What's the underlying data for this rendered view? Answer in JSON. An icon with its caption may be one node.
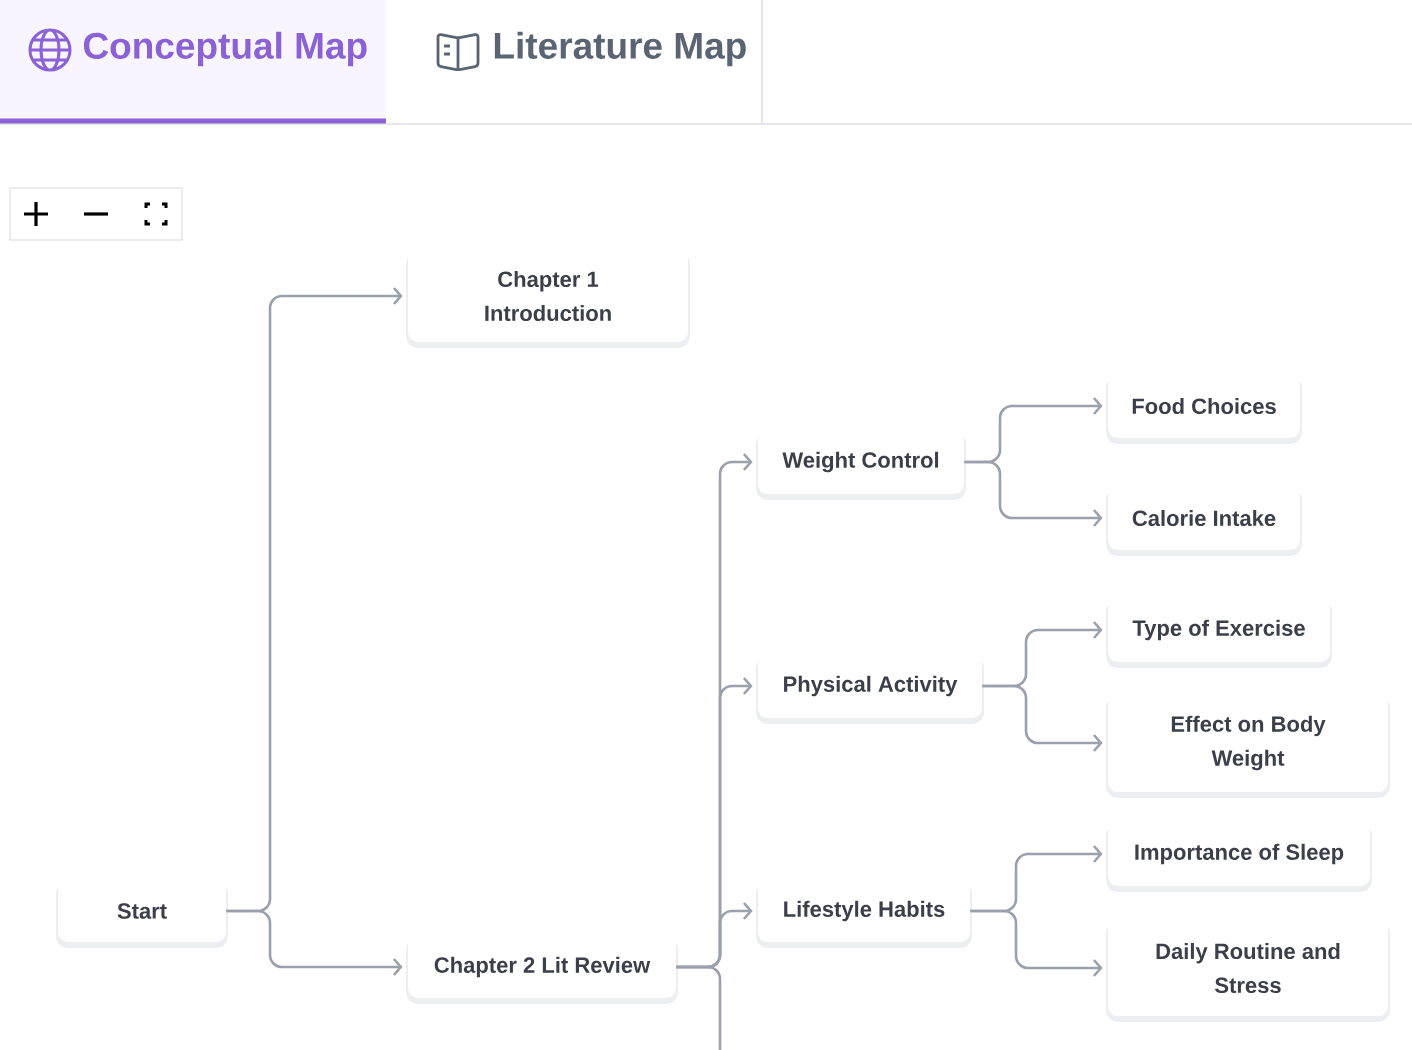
{
  "diagram": {
    "nodes": [
      {
        "text": [
          "Start"
        ]
      },
      {
        "text": [
          "Chapter 1 Introduction"
        ]
      },
      {
        "text": [
          "Chapter 2 Lit Review"
        ]
      },
      {
        "text": [
          "Weight Control"
        ]
      },
      {
        "text": [
          "Food Choices"
        ]
      },
      {
        "text": [
          "Calorie Intake"
        ]
      },
      {
        "text": [
          "Physical Activity"
        ]
      },
      {
        "text": [
          "Type of Exercise"
        ]
      },
      {
        "text": [
          "Effect on Body Weight"
        ]
      },
      {
        "text": [
          "Lifestyle Habits"
        ]
      },
      {
        "text": [
          "Importance of Sleep"
        ]
      },
      {
        "text": [
          "Daily Routine and Stress"
        ]
      }
    ],
    "edges": [
      {
        "from": 0,
        "to": 1,
        "arrow": "to"
      },
      {
        "from": 0,
        "to": 2,
        "arrow": "to"
      },
      {
        "from": 2,
        "to": 3,
        "arrow": "to"
      },
      {
        "from": 2,
        "to": 6,
        "arrow": "to"
      },
      {
        "from": 2,
        "to": 9,
        "arrow": "to"
      },
      {
        "from": 2,
        "to": null,
        "arrow": "none"
      },
      {
        "from": 3,
        "to": 4,
        "arrow": "to"
      },
      {
        "from": 3,
        "to": 5,
        "arrow": "to"
      },
      {
        "from": 6,
        "to": 7,
        "arrow": "to"
      },
      {
        "from": 6,
        "to": 8,
        "arrow": "to"
      },
      {
        "from": 9,
        "to": 10,
        "arrow": "to"
      },
      {
        "from": 9,
        "to": 11,
        "arrow": "to"
      }
    ],
    "labels": [
      "Conceptual Map",
      "Literature Map"
    ]
  }
}
